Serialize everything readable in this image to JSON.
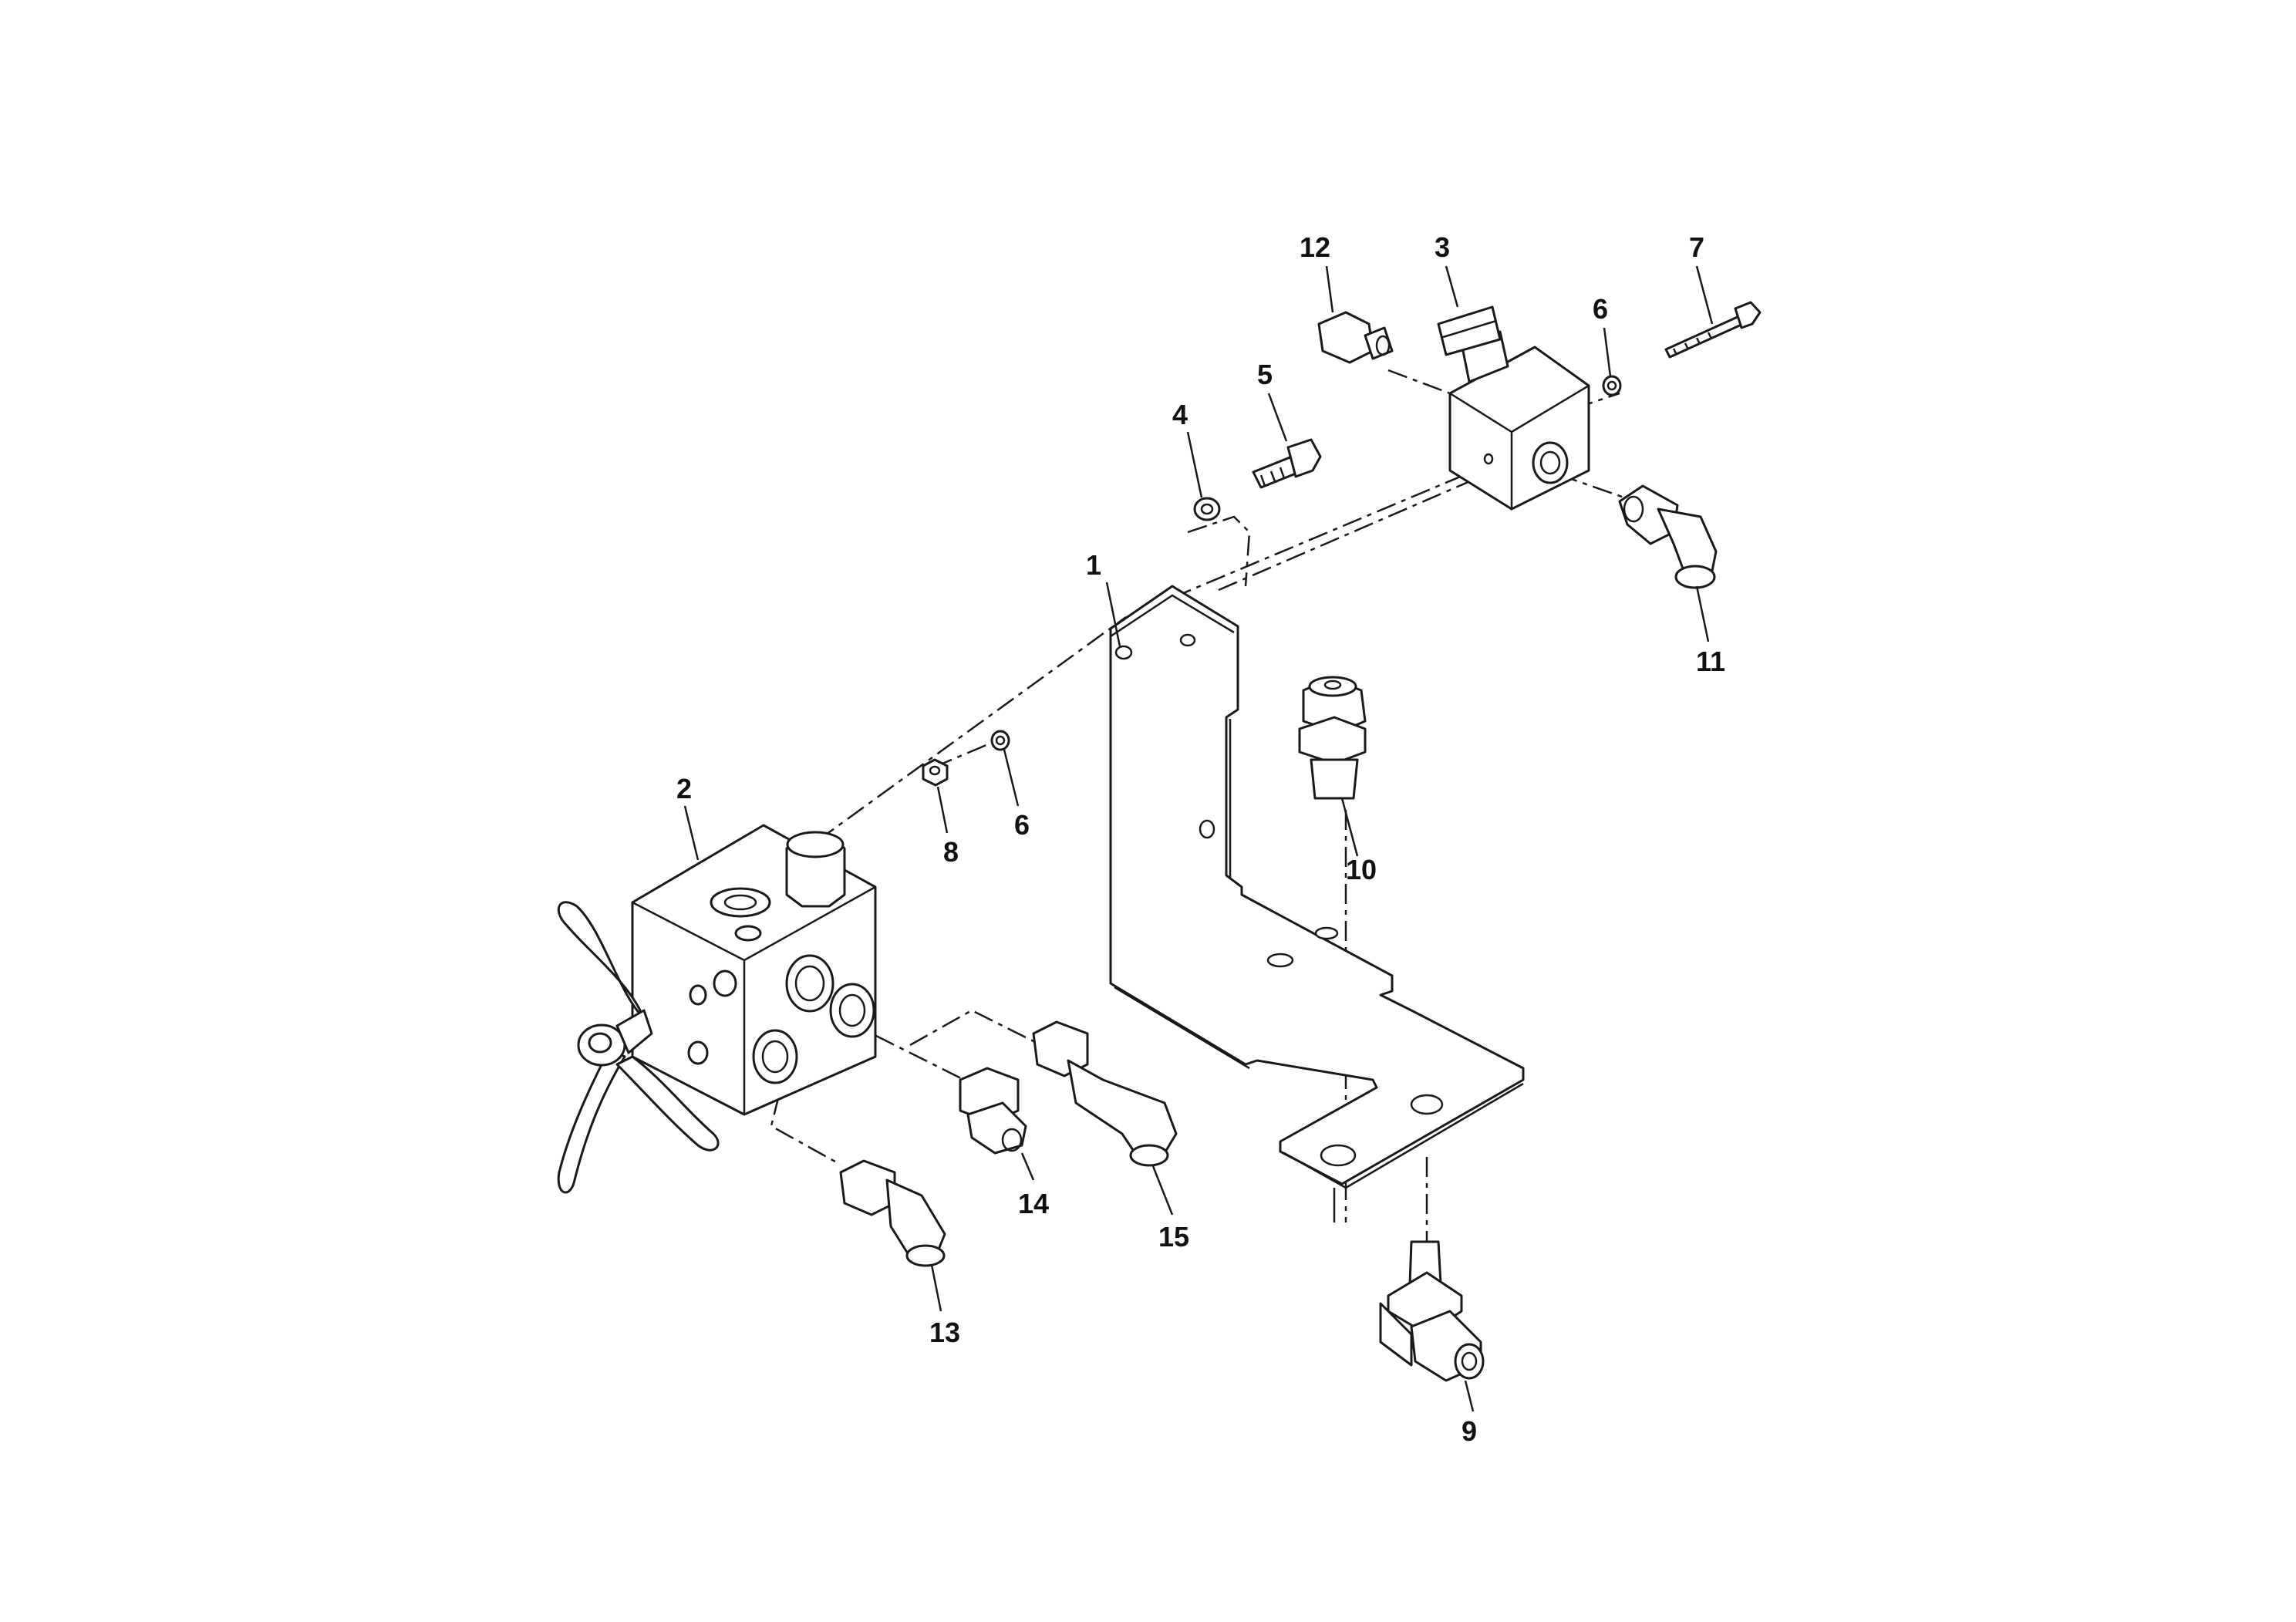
{
  "callouts": {
    "c1": "1",
    "c2": "2",
    "c3": "3",
    "c4": "4",
    "c5": "5",
    "c6a": "6",
    "c6b": "6",
    "c7": "7",
    "c8": "8",
    "c9": "9",
    "c10": "10",
    "c11": "11",
    "c12": "12",
    "c13": "13",
    "c14": "14",
    "c15": "15"
  },
  "colors": {
    "line": "#1a1a1a",
    "background": "#ffffff"
  }
}
